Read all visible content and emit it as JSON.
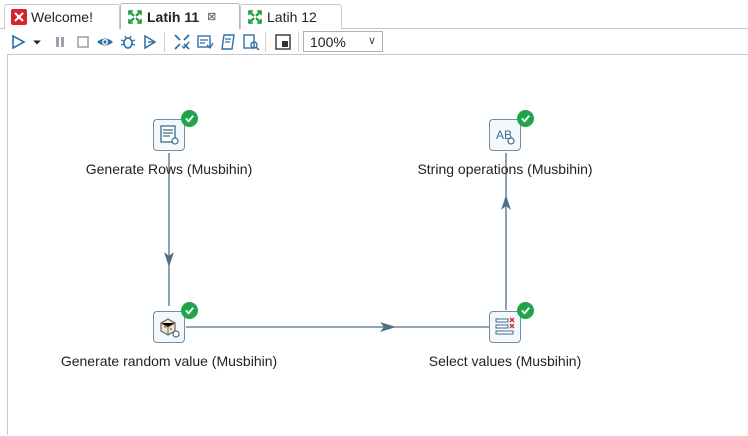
{
  "tabs": [
    {
      "label": "Welcome!",
      "icon": "kettle-welcome-icon",
      "active": false
    },
    {
      "label": "Latih 11",
      "icon": "transformation-icon",
      "active": true,
      "close": "⊠"
    },
    {
      "label": "Latih 12",
      "icon": "transformation-icon",
      "active": false
    }
  ],
  "toolbar": {
    "zoom": "100%"
  },
  "steps": {
    "generate_rows": {
      "label": "Generate Rows (Musbihin)",
      "icon": "generate-rows-icon"
    },
    "string_ops": {
      "label": "String operations (Musbihin)",
      "icon": "string-operations-icon"
    },
    "random_value": {
      "label": "Generate random value (Musbihin)",
      "icon": "random-value-icon"
    },
    "select_values": {
      "label": "Select values (Musbihin)",
      "icon": "select-values-icon"
    }
  },
  "colors": {
    "hop": "#4f6f87",
    "check": "#1fa64a",
    "step_border": "#6a8fa8"
  }
}
